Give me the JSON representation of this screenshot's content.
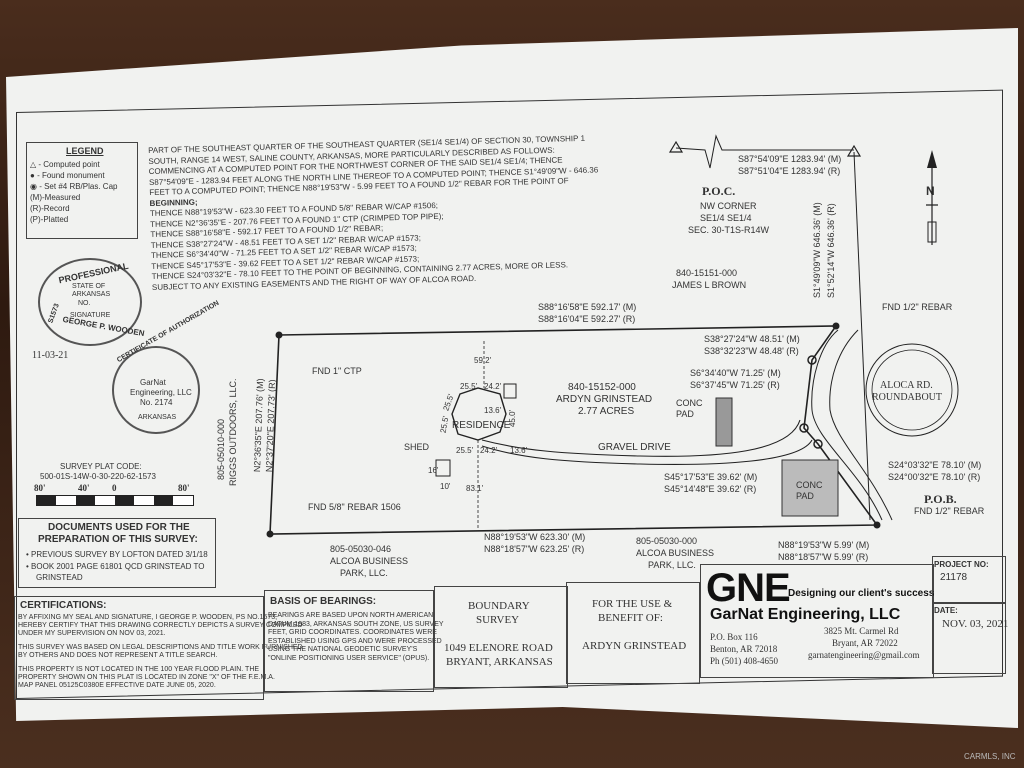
{
  "legend": {
    "title": "LEGEND",
    "items": [
      "- Computed point",
      "- Found monument",
      "- Set #4 RB/Plas. Cap",
      "(M)-Measured",
      "(R)-Record",
      "(P)-Platted"
    ]
  },
  "description": {
    "lines": [
      "PART OF THE SOUTHEAST QUARTER OF THE SOUTHEAST QUARTER (SE1/4 SE1/4) OF SECTION 30, TOWNSHIP 1",
      "SOUTH, RANGE 14 WEST, SALINE COUNTY, ARKANSAS, MORE PARTICULARLY DESCRIBED AS FOLLOWS:",
      "COMMENCING AT A COMPUTED POINT FOR THE NORTHWEST CORNER OF THE SAID SE1/4 SE1/4; THENCE",
      "S87°54'09\"E - 1283.94 FEET ALONG THE NORTH LINE THEREOF TO A COMPUTED POINT; THENCE S1°49'09\"W - 646.36",
      "FEET TO A COMPUTED POINT; THENCE N88°19'53\"W - 5.99 FEET TO A FOUND 1/2\" REBAR FOR THE POINT OF",
      "BEGINNING;",
      "THENCE N88°19'53\"W - 623.30 FEET TO A FOUND 5/8\" REBAR W/CAP #1506;",
      "THENCE N2°36'35\"E - 207.76 FEET TO A FOUND 1\" CTP (CRIMPED TOP PIPE);",
      "THENCE S88°16'58\"E - 592.17 FEET TO A FOUND 1/2\" REBAR;",
      "THENCE S38°27'24\"W - 48.51 FEET TO A SET 1/2\" REBAR W/CAP #1573;",
      "THENCE S6°34'40\"W - 71.25 FEET TO A SET 1/2\" REBAR W/CAP #1573;",
      "THENCE S45°17'53\"E - 39.62 FEET TO A SET 1/2\" REBAR W/CAP #1573;",
      "THENCE S24°03'32\"E - 78.10 FEET TO THE POINT OF BEGINNING, CONTAINING 2.77 ACRES, MORE OR LESS.",
      "SUBJECT TO ANY EXISTING EASEMENTS AND THE RIGHT OF WAY OF ALCOA ROAD."
    ]
  },
  "north_line": {
    "m": "S87°54'09\"E 1283.94' (M)",
    "r": "S87°51'04\"E 1283.94' (R)"
  },
  "poc": {
    "title": "P.O.C.",
    "l1": "NW CORNER",
    "l2": "SE1/4 SE1/4",
    "l3": "SEC. 30-T1S-R14W"
  },
  "north_arrow": "N",
  "east_line": {
    "m": "S1°49'09\"W 646.36' (M)",
    "r": "S1°52'14\"W 646.36' (R)"
  },
  "seal": {
    "top": "PROFESSIONAL",
    "l1": "STATE OF",
    "l2": "ARKANSAS",
    "l3": "NO.",
    "l4": "SIGNATURE",
    "bottom": "GEORGE P. WOODEN",
    "side": "S1573",
    "date": "11-03-21"
  },
  "coa": {
    "top": "CERTIFICATE OF AUTHORIZATION",
    "l1": "GarNat",
    "l2": "Engineering, LLC",
    "l3": "No. 2174",
    "bottom": "ARKANSAS"
  },
  "survey_plat": {
    "title": "SURVEY PLAT CODE:",
    "code": "500-01S-14W-0-30-220-62-1573",
    "scale": [
      "80'",
      "40'",
      "0",
      "80'"
    ]
  },
  "plat": {
    "adj_north_parcel": "840-15151-000",
    "adj_north_owner": "JAMES L BROWN",
    "north_m": "S88°16'58\"E 592.17' (M)",
    "north_r": "S88°16'04\"E 592.27' (R)",
    "fnd_rebar_ne": "FND 1/2\" REBAR",
    "fnd_ctp": "FND 1\" CTP",
    "west_parcel": "805-05010-000",
    "west_owner": "RIGGS OUTDOORS, LLC.",
    "west_m": "N2°36'35\"E 207.76' (M)",
    "west_r": "N2°37'20\"E 207.73' (R)",
    "parcel": "840-15152-000",
    "owner": "ARDYN GRINSTEAD",
    "acres": "2.77 ACRES",
    "residence": "RESIDENCE",
    "shed": "SHED",
    "shed_w": "16'",
    "shed_h": "10'",
    "dims": {
      "d1": "59.2'",
      "d2": "25.5'",
      "d3": "24.2'",
      "d4": "25.5'",
      "d5": "13.6'",
      "d6": "45.0'",
      "d7": "25.5'",
      "d8": "25.5'",
      "d9": "24.2'",
      "d10": "13.6'",
      "d11": "83.1'"
    },
    "gravel_drive": "GRAVEL DRIVE",
    "conc_pad1": "CONC\nPAD",
    "conc_pad2": "CONC\nPAD",
    "seg1_m": "S38°27'24\"W 48.51' (M)",
    "seg1_r": "S38°32'23\"W 48.48' (R)",
    "seg2_m": "S6°34'40\"W 71.25' (M)",
    "seg2_r": "S6°37'45\"W 71.25' (R)",
    "seg3_m": "S45°17'53\"E 39.62' (M)",
    "seg3_r": "S45°14'48\"E 39.62' (R)",
    "seg4_m": "S24°03'32\"E 78.10' (M)",
    "seg4_r": "S24°00'32\"E 78.10' (R)",
    "roundabout_l1": "ALOCA RD.",
    "roundabout_l2": "ROUNDABOUT",
    "pob": "P.O.B.",
    "pob_rebar": "FND 1/2\" REBAR",
    "fnd_58": "FND 5/8\" REBAR 1506",
    "south_m": "N88°19'53\"W 623.30' (M)",
    "south_r": "N88°18'57\"W 623.25' (R)",
    "tail_m": "N88°19'53\"W 5.99' (M)",
    "tail_r": "N88°18'57\"W 5.99' (R)",
    "south_w_parcel": "805-05030-046",
    "south_w_owner1": "ALCOA BUSINESS",
    "south_w_owner2": "PARK, LLC.",
    "south_e_parcel": "805-05030-000",
    "south_e_owner1": "ALCOA BUSINESS",
    "south_e_owner2": "PARK, LLC."
  },
  "documents": {
    "title1": "DOCUMENTS USED FOR THE",
    "title2": "PREPARATION OF THIS SURVEY:",
    "item1": "PREVIOUS SURVEY BY LOFTON DATED 3/1/18",
    "item2a": "BOOK 2001 PAGE 61801 QCD GRINSTEAD TO",
    "item2b": "GRINSTEAD"
  },
  "certifications": {
    "title": "CERTIFICATIONS:",
    "lines": [
      "BY AFFIXING MY SEAL AND SIGNATURE, I GEORGE P. WOODEN, PS NO.1573,",
      "HEREBY CERTIFY THAT THIS DRAWING CORRECTLY DEPICTS A SURVEY COMPILED",
      "UNDER MY SUPERVISION ON NOV 03, 2021.",
      "",
      "THIS SURVEY WAS BASED ON LEGAL DESCRIPTIONS AND TITLE WORK FURNISHED",
      "BY OTHERS AND DOES NOT REPRESENT A TITLE SEARCH.",
      "",
      "THIS PROPERTY IS NOT LOCATED IN THE 100 YEAR FLOOD PLAIN. THE",
      "PROPERTY SHOWN ON THIS PLAT IS LOCATED IN ZONE \"X\" OF THE F.E.M.A.",
      "MAP PANEL 05125C0380E EFFECTIVE DATE JUNE 05, 2020."
    ]
  },
  "bearings": {
    "title": "BASIS OF BEARINGS:",
    "lines": [
      "BEARINGS ARE BASED UPON NORTH AMERICAN",
      "DATUM 1983, ARKANSAS SOUTH ZONE, US SURVEY",
      "FEET, GRID COORDINATES. COORDINATES WERE",
      "ESTABLISHED USING GPS AND WERE PROCESSED",
      "USING THE NATIONAL GEODETIC SURVEY'S",
      "\"ONLINE POSITIONING USER SERVICE\" (OPUS)."
    ]
  },
  "title_block": {
    "survey_l1": "BOUNDARY",
    "survey_l2": "SURVEY",
    "address1": "1049 ELENORE ROAD",
    "address2": "BRYANT, ARKANSAS",
    "for_l1": "FOR THE USE &",
    "for_l2": "BENEFIT OF:",
    "client": "ARDYN GRINSTEAD",
    "gne": "GNE",
    "tagline": "Designing our client's success",
    "company": "GarNat Engineering, LLC",
    "po": "P.O. Box 116",
    "city1": "Benton, AR 72018",
    "phone": "Ph (501) 408-4650",
    "street": "3825 Mt. Carmel Rd",
    "city2": "Bryant, AR 72022",
    "email": "garnatengineering@gmail.com",
    "project_label": "PROJECT NO:",
    "project_no": "21178",
    "date_label": "DATE:",
    "date": "NOV. 03, 2021"
  },
  "watermark": "CARMLS, INC"
}
